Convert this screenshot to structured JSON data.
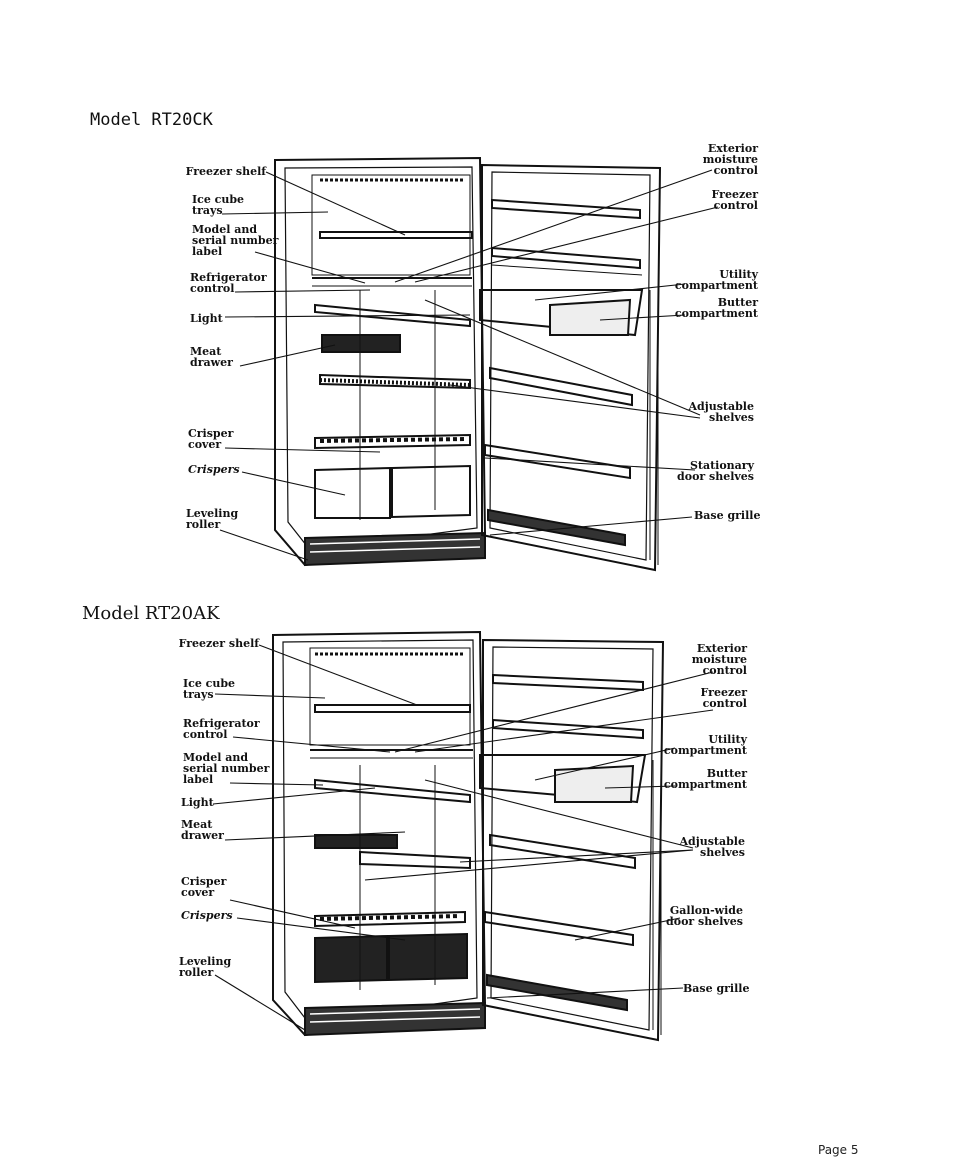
{
  "models": [
    {
      "title": "Model RT20CK",
      "labels_left": [
        "Freezer shelf",
        "Ice cube\ntrays",
        "Model and\nserial number\nlabel",
        "Refrigerator\ncontrol",
        "Light",
        "Meat\ndrawer",
        "Crisper\ncover",
        "Crispers",
        "Leveling\nroller"
      ],
      "labels_right": [
        "Exterior\nmoisture\ncontrol",
        "Freezer\ncontrol",
        "Utility\ncompartment",
        "Butter\ncompartment",
        "Adjustable\nshelves",
        "Stationary\ndoor shelves",
        "Base grille"
      ]
    },
    {
      "title": "Model RT20AK",
      "labels_left": [
        "Freezer shelf",
        "Ice cube\ntrays",
        "Refrigerator\ncontrol",
        "Model and\nserial number\nlabel",
        "Light",
        "Meat\ndrawer",
        "Crisper\ncover",
        "Crispers",
        "Leveling\nroller"
      ],
      "labels_right": [
        "Exterior\nmoisture\ncontrol",
        "Freezer\ncontrol",
        "Utility\ncompartment",
        "Butter\ncompartment",
        "Adjustable\nshelves",
        "Gallon-wide\ndoor shelves",
        "Base grille"
      ]
    }
  ],
  "page_number": "Page 5"
}
